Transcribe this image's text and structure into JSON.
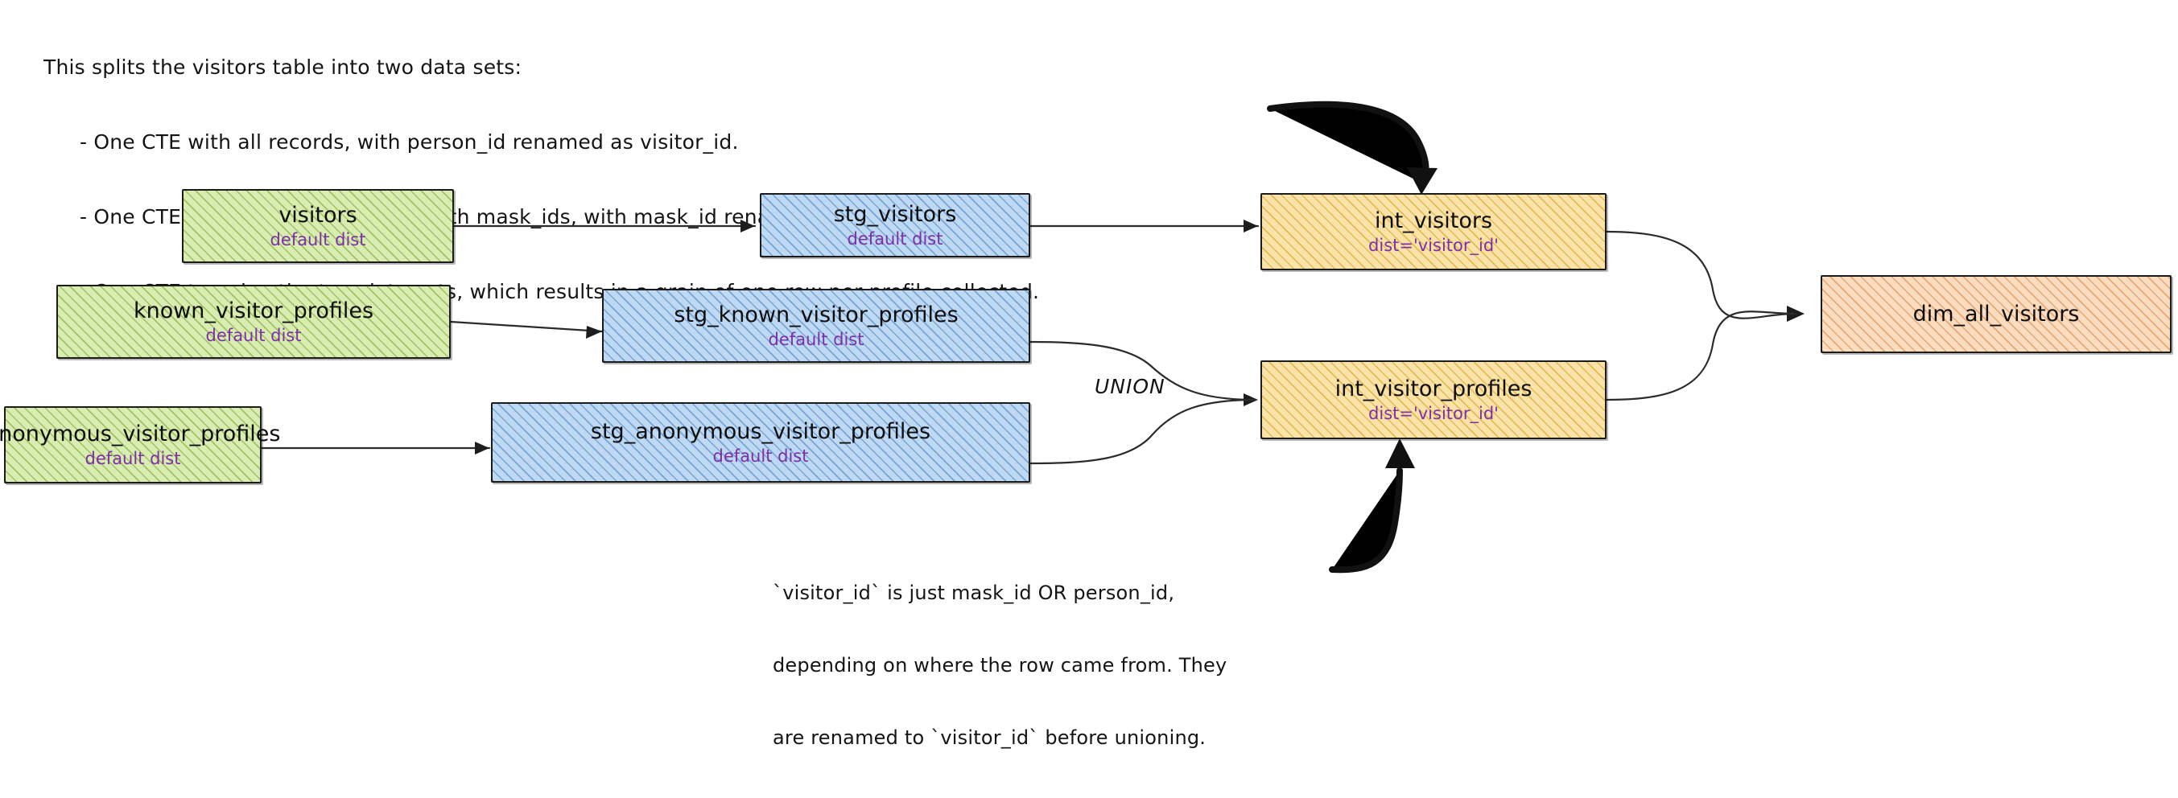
{
  "annotations": {
    "top_note_lines": [
      "This splits the visitors table into two data sets:",
      "- One CTE with all records, with person_id renamed as visitor_id.",
      "- One CTE filtered to only records with mask_ids, with mask_id renamed as visitor_id",
      "- One CTE to union the two data sets, which results in a grain of one row per profile collected."
    ],
    "bottom_note_lines": [
      "`visitor_id` is just mask_id OR person_id,",
      "depending on where the row came from. They",
      "are renamed to `visitor_id` before unioning."
    ],
    "union_label": "UNION"
  },
  "colors": {
    "source": "#d9ecb2",
    "staging": "#bfd9f2",
    "intermediate": "#fae3a8",
    "mart": "#fadcc0",
    "sub_text": "#7d2fa8",
    "stroke": "#1b1b1b"
  },
  "nodes": [
    {
      "id": "visitors",
      "title": "visitors",
      "sub": "default dist",
      "layer": "source"
    },
    {
      "id": "known_visitor_profiles",
      "title": "known_visitor_profiles",
      "sub": "default dist",
      "layer": "source"
    },
    {
      "id": "anonymous_visitor_profiles",
      "title": "anonymous_visitor_profiles",
      "sub": "default dist",
      "layer": "source"
    },
    {
      "id": "stg_visitors",
      "title": "stg_visitors",
      "sub": "default dist",
      "layer": "staging"
    },
    {
      "id": "stg_known_visitor_profiles",
      "title": "stg_known_visitor_profiles",
      "sub": "default dist",
      "layer": "staging"
    },
    {
      "id": "stg_anonymous_visitor_profiles",
      "title": "stg_anonymous_visitor_profiles",
      "sub": "default dist",
      "layer": "staging"
    },
    {
      "id": "int_visitors",
      "title": "int_visitors",
      "sub": "dist='visitor_id'",
      "layer": "intermediate"
    },
    {
      "id": "int_visitor_profiles",
      "title": "int_visitor_profiles",
      "sub": "dist='visitor_id'",
      "layer": "intermediate"
    },
    {
      "id": "dim_all_visitors",
      "title": "dim_all_visitors",
      "sub": "",
      "layer": "mart"
    }
  ],
  "edges": [
    {
      "from": "visitors",
      "to": "stg_visitors"
    },
    {
      "from": "known_visitor_profiles",
      "to": "stg_known_visitor_profiles"
    },
    {
      "from": "anonymous_visitor_profiles",
      "to": "stg_anonymous_visitor_profiles"
    },
    {
      "from": "stg_visitors",
      "to": "int_visitors"
    },
    {
      "from": "stg_known_visitor_profiles",
      "to": "int_visitor_profiles",
      "label": "UNION"
    },
    {
      "from": "stg_anonymous_visitor_profiles",
      "to": "int_visitor_profiles",
      "label": "UNION"
    },
    {
      "from": "int_visitors",
      "to": "dim_all_visitors"
    },
    {
      "from": "int_visitor_profiles",
      "to": "dim_all_visitors"
    },
    {
      "from": "top_note",
      "to": "int_visitors",
      "style": "hand-drawn-callout"
    },
    {
      "from": "bottom_note",
      "to": "int_visitor_profiles",
      "style": "hand-drawn-callout"
    }
  ]
}
